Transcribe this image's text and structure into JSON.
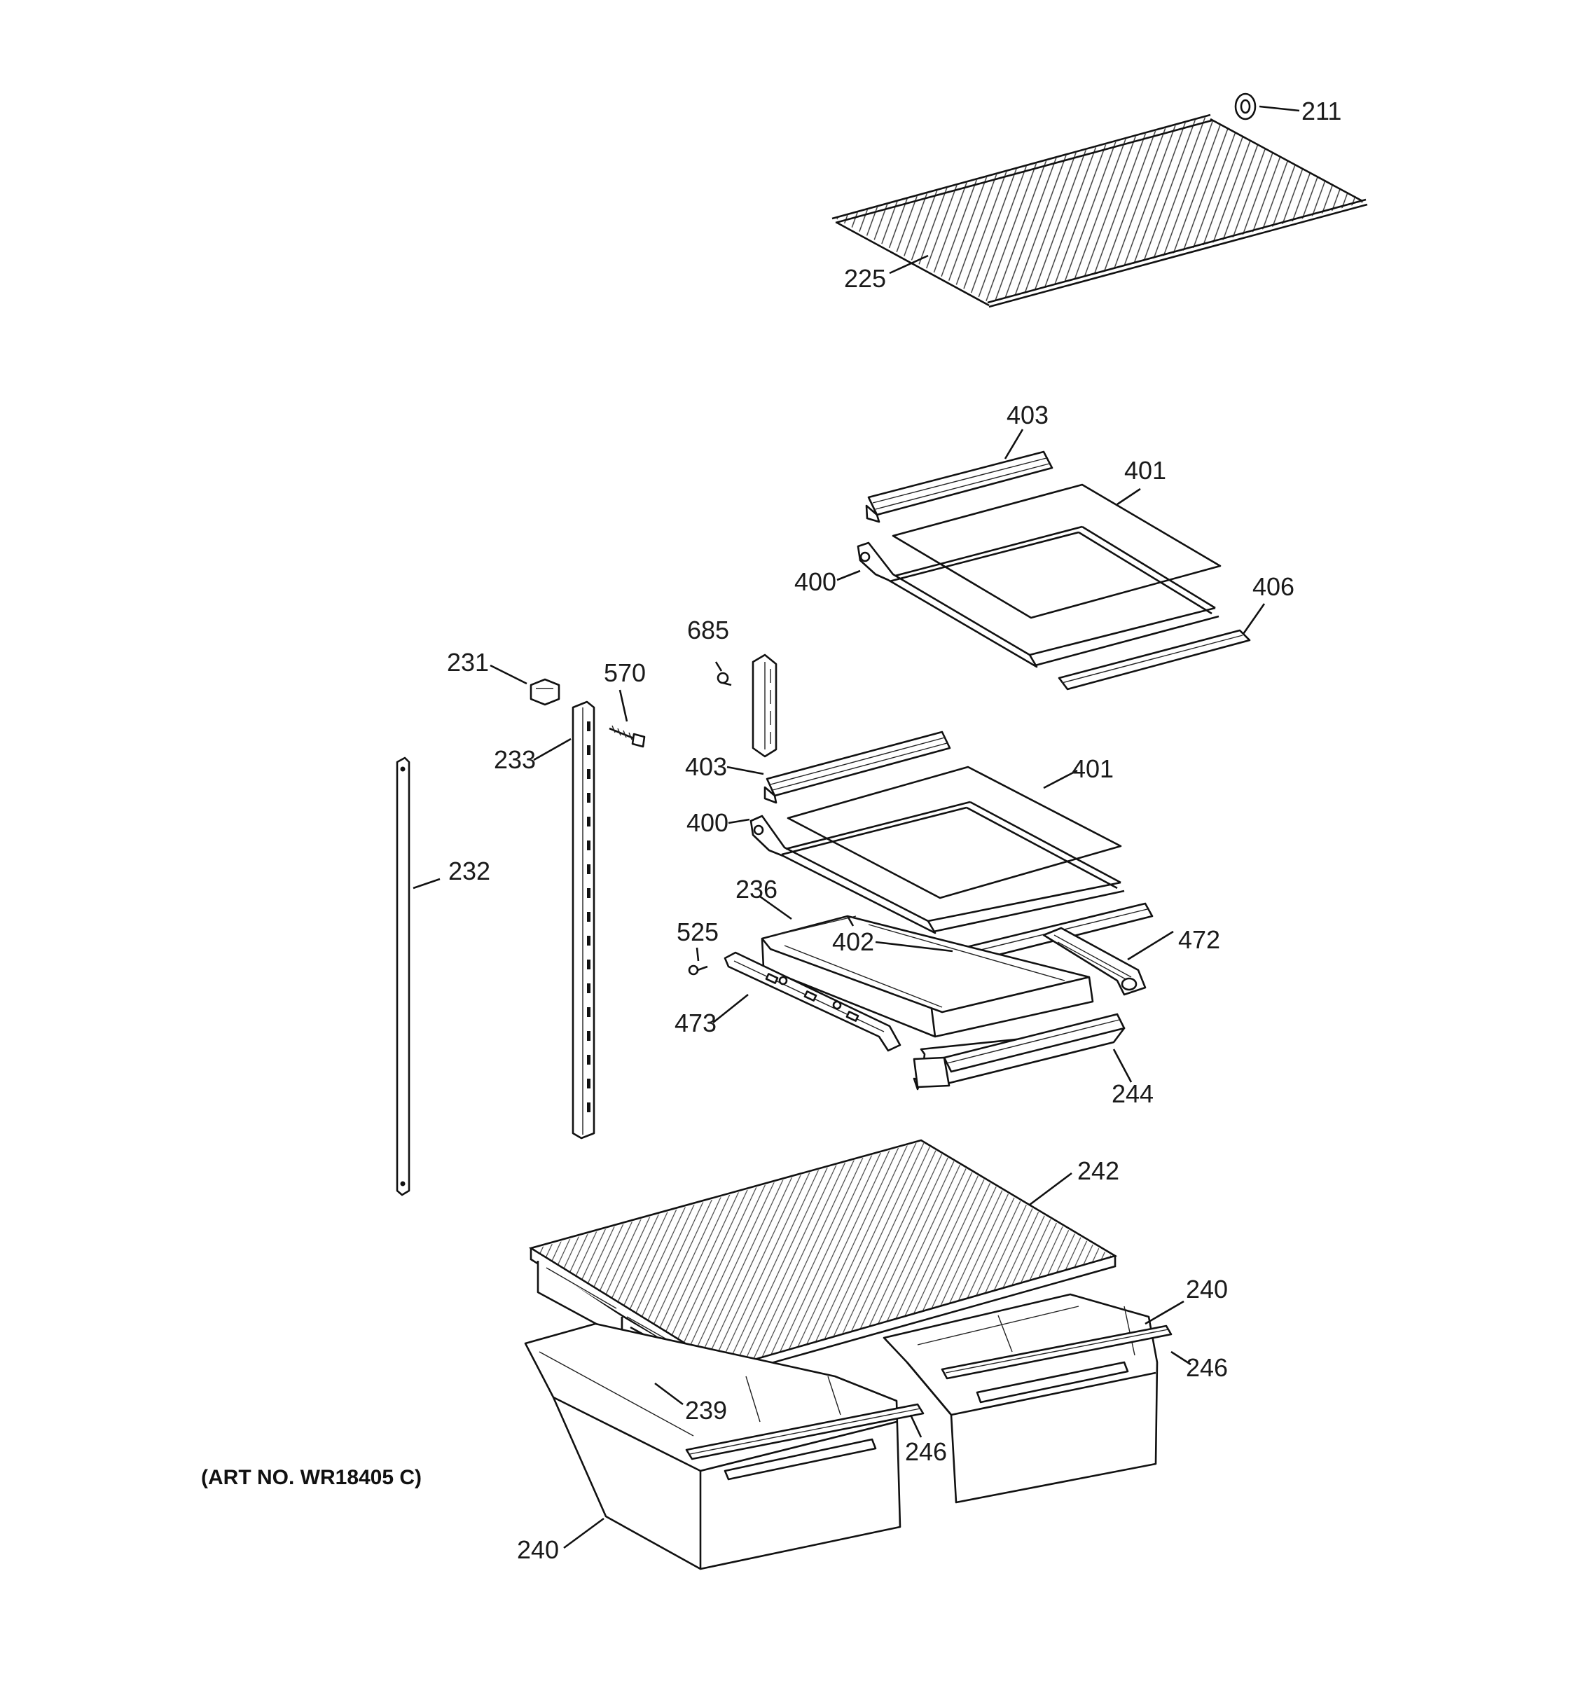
{
  "art_number": "(ART NO. WR18405 C)",
  "colors": {
    "line": "#111111",
    "background": "#ffffff"
  },
  "callouts": {
    "c211": "211",
    "c225": "225",
    "c403a": "403",
    "c401a": "401",
    "c400a": "400",
    "c406": "406",
    "c685": "685",
    "c231": "231",
    "c570": "570",
    "c233": "233",
    "c403b": "403",
    "c401b": "401",
    "c400b": "400",
    "c232": "232",
    "c236": "236",
    "c525": "525",
    "c402": "402",
    "c472": "472",
    "c473": "473",
    "c244": "244",
    "c242": "242",
    "c240a": "240",
    "c246a": "246",
    "c239": "239",
    "c246b": "246",
    "c240b": "240"
  }
}
